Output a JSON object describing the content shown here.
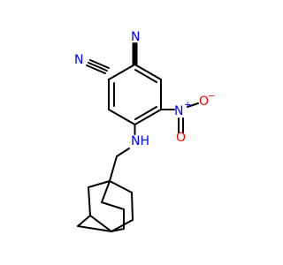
{
  "molecule": {
    "colors": {
      "bond": "#000000",
      "carbon_label": "#000000",
      "nitrogen": "#0000ff",
      "oxygen": "#ff0000"
    },
    "atom_labels": {
      "nitrile_n_top": "N",
      "nitrile_n_left": "N",
      "nitro_n": "N",
      "nitro_n_charge": "+",
      "nitro_o_right": "O",
      "nitro_o_right_charge": "−",
      "nitro_o_bottom": "O",
      "amine": "NH"
    }
  }
}
